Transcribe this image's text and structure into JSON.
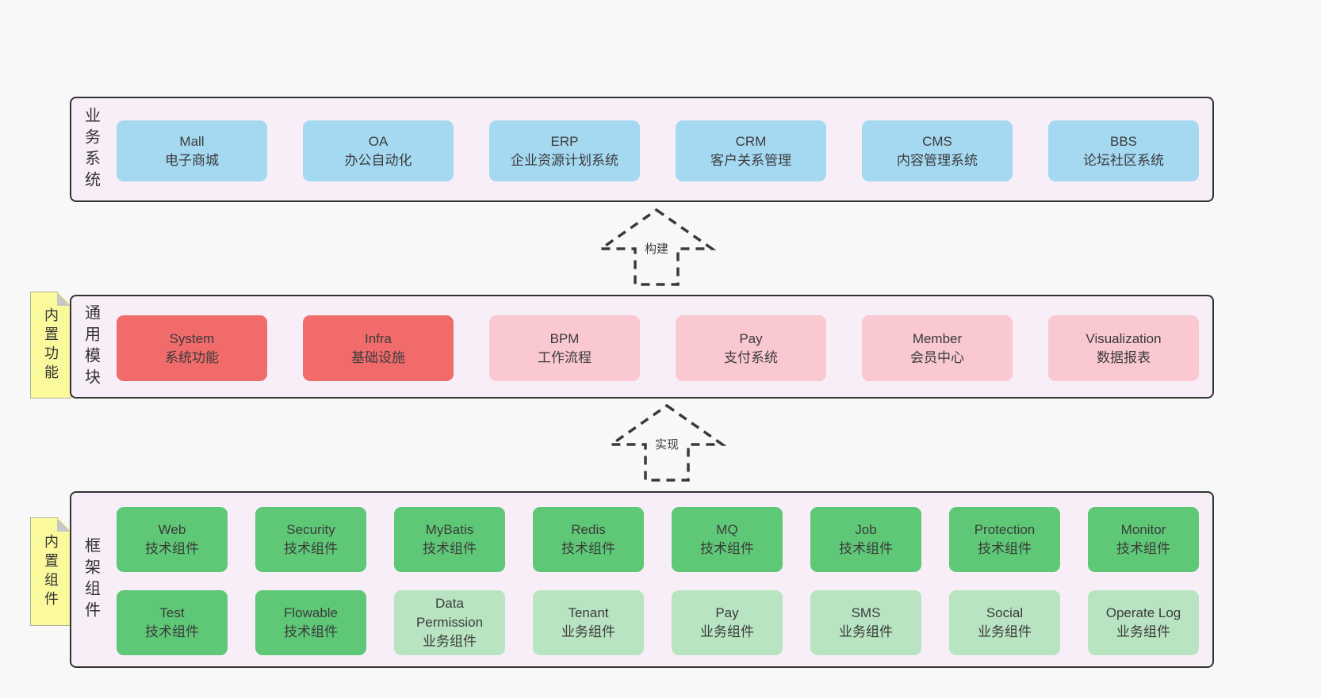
{
  "page": {
    "background": "#f8f8f8"
  },
  "colors": {
    "layer_background": "#f8eef8",
    "layer_border": "#333333",
    "business_box": "#a5d9f2",
    "core_module_box": "#f16b6b",
    "optional_module_box": "#f9c8d1",
    "tech_component_box": "#5ec877",
    "biz_component_box": "#b8e4c1",
    "sticky_note": "#fafa9d",
    "note_fold": "#c7c7c7",
    "text": "#3b3b3b"
  },
  "arrows": [
    {
      "label": "构建"
    },
    {
      "label": "实现"
    }
  ],
  "layers": [
    {
      "side_label": "业务系统",
      "boxes": [
        {
          "en": "Mall",
          "zh": "电子商城",
          "type": "blue"
        },
        {
          "en": "OA",
          "zh": "办公自动化",
          "type": "blue"
        },
        {
          "en": "ERP",
          "zh": "企业资源计划系统",
          "type": "blue"
        },
        {
          "en": "CRM",
          "zh": "客户关系管理",
          "type": "blue"
        },
        {
          "en": "CMS",
          "zh": "内容管理系统",
          "type": "blue"
        },
        {
          "en": "BBS",
          "zh": "论坛社区系统",
          "type": "blue"
        }
      ]
    },
    {
      "side_label": "通用模块",
      "note": "内置功能",
      "boxes": [
        {
          "en": "System",
          "zh": "系统功能",
          "type": "red"
        },
        {
          "en": "Infra",
          "zh": "基础设施",
          "type": "red"
        },
        {
          "en": "BPM",
          "zh": "工作流程",
          "type": "pink"
        },
        {
          "en": "Pay",
          "zh": "支付系统",
          "type": "pink"
        },
        {
          "en": "Member",
          "zh": "会员中心",
          "type": "pink"
        },
        {
          "en": "Visualization",
          "zh": "数据报表",
          "type": "pink"
        }
      ]
    },
    {
      "side_label": "框架组件",
      "note": "内置组件",
      "rows": [
        [
          {
            "en": "Web",
            "zh": "技术组件",
            "type": "green"
          },
          {
            "en": "Security",
            "zh": "技术组件",
            "type": "green"
          },
          {
            "en": "MyBatis",
            "zh": "技术组件",
            "type": "green"
          },
          {
            "en": "Redis",
            "zh": "技术组件",
            "type": "green"
          },
          {
            "en": "MQ",
            "zh": "技术组件",
            "type": "green"
          },
          {
            "en": "Job",
            "zh": "技术组件",
            "type": "green"
          },
          {
            "en": "Protection",
            "zh": "技术组件",
            "type": "green"
          },
          {
            "en": "Monitor",
            "zh": "技术组件",
            "type": "green"
          }
        ],
        [
          {
            "en": "Test",
            "zh": "技术组件",
            "type": "green"
          },
          {
            "en": "Flowable",
            "zh": "技术组件",
            "type": "green"
          },
          {
            "en": "Data Permission",
            "zh": "业务组件",
            "type": "lightgreen"
          },
          {
            "en": "Tenant",
            "zh": "业务组件",
            "type": "lightgreen"
          },
          {
            "en": "Pay",
            "zh": "业务组件",
            "type": "lightgreen"
          },
          {
            "en": "SMS",
            "zh": "业务组件",
            "type": "lightgreen"
          },
          {
            "en": "Social",
            "zh": "业务组件",
            "type": "lightgreen"
          },
          {
            "en": "Operate Log",
            "zh": "业务组件",
            "type": "lightgreen"
          }
        ]
      ]
    }
  ]
}
